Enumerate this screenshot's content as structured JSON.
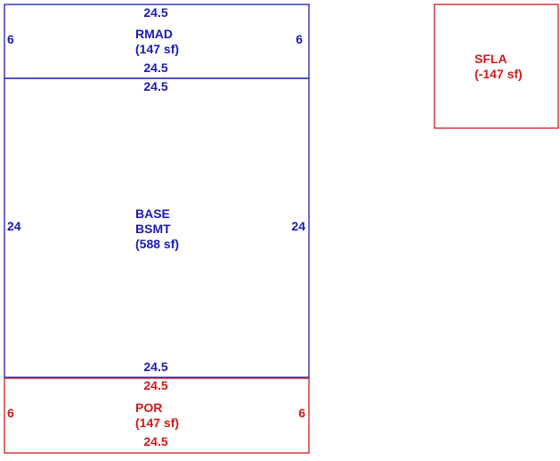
{
  "colors": {
    "blue": "#1a1ab0",
    "red": "#cc1a1a"
  },
  "areas": {
    "rmad": {
      "code": "RMAD",
      "area": "(147 sf)",
      "top": "24.5",
      "bottom": "24.5",
      "left": "6",
      "right": "6"
    },
    "base": {
      "code": "BASE",
      "sub": "BSMT",
      "area": "(588 sf)",
      "top": "24.5",
      "bottom": "24.5",
      "left": "24",
      "right": "24"
    },
    "por": {
      "code": "POR",
      "area": "(147 sf)",
      "top": "24.5",
      "bottom": "24.5",
      "left": "6",
      "right": "6"
    },
    "sfla": {
      "code": "SFLA",
      "area": "(-147 sf)"
    }
  }
}
